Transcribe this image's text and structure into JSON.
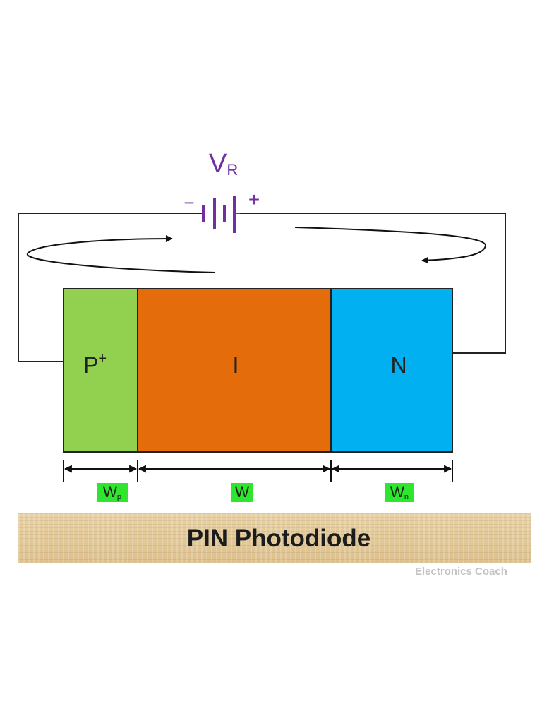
{
  "battery": {
    "label_main": "V",
    "label_sub": "R",
    "minus": "−",
    "plus": "+",
    "color": "#7030a0"
  },
  "regions": {
    "p": {
      "label": "P",
      "sup": "+",
      "color": "#92d050"
    },
    "i": {
      "label": "I",
      "color": "#e46c0a"
    },
    "n": {
      "label": "N",
      "color": "#00b0f0"
    }
  },
  "widths": {
    "wp": {
      "main": "W",
      "sub": "p"
    },
    "w": {
      "main": "W"
    },
    "wn": {
      "main": "W",
      "sub": "n"
    },
    "label_bg": "#2ee62e"
  },
  "title": "PIN Photodiode",
  "watermark": "Electronics Coach"
}
